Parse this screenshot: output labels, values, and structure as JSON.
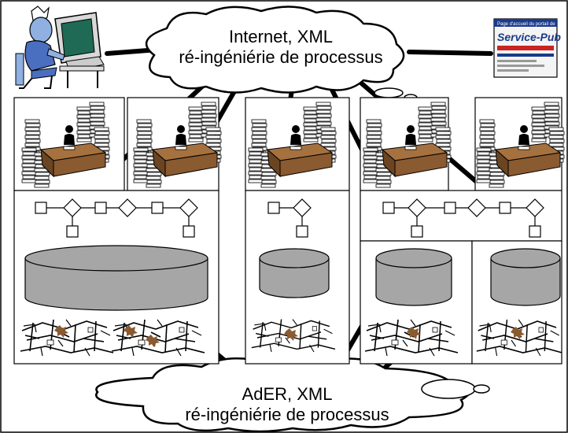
{
  "top_cloud": {
    "line1": "Internet, XML",
    "line2": "ré-ingéniérie de processus"
  },
  "bottom_cloud": {
    "line1": "AdER, XML",
    "line2": "ré-ingéniérie de processus"
  },
  "service_public_logo": {
    "title": "Service-Pub",
    "banner": "Page d'accueil du portail de"
  },
  "colors": {
    "database": "#a6a6a6",
    "desk": "#a5713f",
    "monitor_screen": "#1e6a55",
    "person_skin": "#8fb0e0",
    "person_body": "#4a6fc0",
    "logo_blue": "#1a3a8a",
    "logo_red": "#cc2222",
    "city_accent": "#8a5a30"
  }
}
